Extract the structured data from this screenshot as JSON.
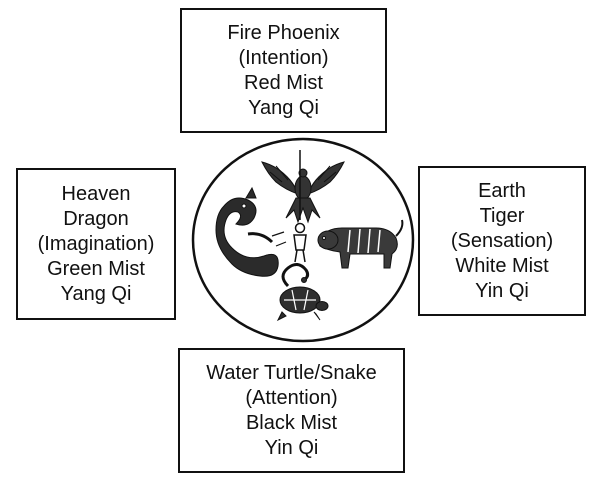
{
  "boxes": {
    "top": {
      "lines": [
        "Fire Phoenix",
        "(Intention)",
        "Red Mist",
        "Yang Qi"
      ]
    },
    "left": {
      "lines": [
        "Heaven",
        "Dragon",
        "(Imagination)",
        "Green Mist",
        "Yang Qi"
      ]
    },
    "right": {
      "lines": [
        "Earth",
        "Tiger",
        "(Sensation)",
        "White Mist",
        "Yin Qi"
      ]
    },
    "bottom": {
      "lines": [
        "Water Turtle/Snake",
        "(Attention)",
        "Black Mist",
        "Yin Qi"
      ]
    }
  },
  "center": {
    "figures": [
      "phoenix-icon",
      "dragon-icon",
      "tiger-icon",
      "turtle-snake-icon",
      "meditating-figure-icon"
    ]
  },
  "colors": {
    "ink": "#111111",
    "background": "#ffffff"
  }
}
